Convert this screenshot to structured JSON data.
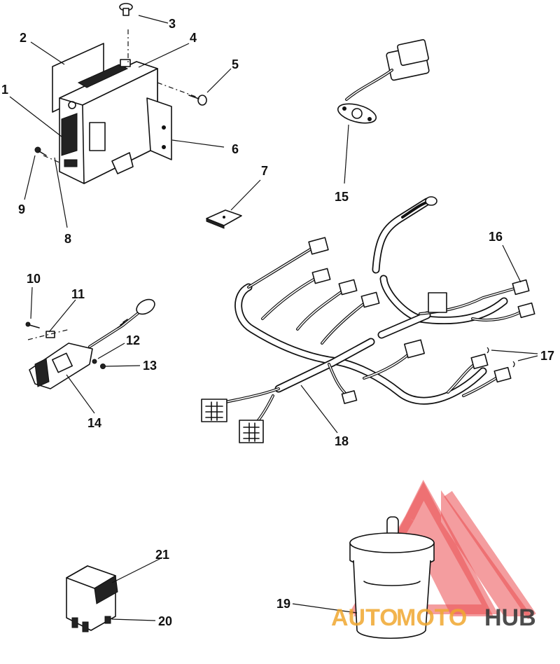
{
  "callouts": [
    "1",
    "2",
    "3",
    "4",
    "5",
    "6",
    "7",
    "8",
    "9",
    "10",
    "11",
    "12",
    "13",
    "14",
    "15",
    "16",
    "17",
    "18",
    "19",
    "20",
    "21"
  ],
  "watermark": {
    "text_a": "AUTO",
    "text_b": "MOTO",
    "text_c": "HUB",
    "color_red": "#e8393c",
    "color_gold": "#f0a830",
    "color_dark": "#3a3a3a"
  }
}
